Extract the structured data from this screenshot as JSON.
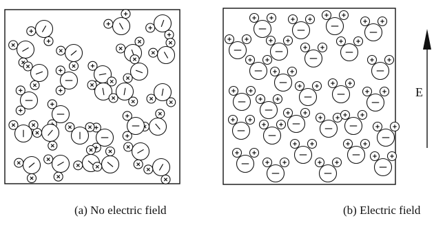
{
  "panels": [
    {
      "id": "a",
      "caption": "(a) No electric field"
    },
    {
      "id": "b",
      "caption": "(b) Electric field"
    }
  ],
  "field_arrow": {
    "label": "E",
    "direction": "up"
  },
  "glyphs": {
    "anion": "−",
    "cation": "+",
    "cation_alt": "×"
  },
  "colors": {
    "ink": "#111111",
    "background": "#ffffff"
  }
}
